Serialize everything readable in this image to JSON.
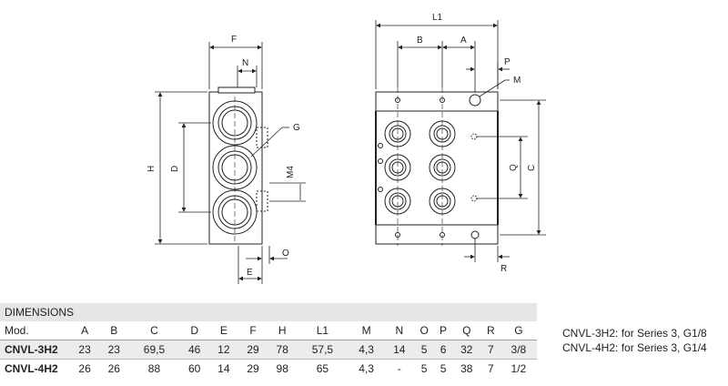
{
  "drawing": {
    "labels": {
      "F": "F",
      "N": "N",
      "G": "G",
      "H": "H",
      "D": "D",
      "M4": "M4",
      "O": "O",
      "E": "E",
      "L1": "L1",
      "B": "B",
      "A": "A",
      "P": "P",
      "M": "M",
      "Q": "Q",
      "C": "C",
      "R": "R"
    }
  },
  "table": {
    "title": "DIMENSIONS",
    "headers": [
      "Mod.",
      "A",
      "B",
      "C",
      "D",
      "E",
      "F",
      "H",
      "L1",
      "M",
      "N",
      "O",
      "P",
      "Q",
      "R",
      "G"
    ],
    "rows": [
      [
        "CNVL-3H2",
        "23",
        "23",
        "69,5",
        "46",
        "12",
        "29",
        "78",
        "57,5",
        "4,3",
        "14",
        "5",
        "6",
        "32",
        "7",
        "3/8"
      ],
      [
        "CNVL-4H2",
        "26",
        "26",
        "88",
        "60",
        "14",
        "29",
        "98",
        "65",
        "4,3",
        "-",
        "5",
        "5",
        "38",
        "7",
        "1/2"
      ]
    ]
  },
  "notes": [
    "CNVL-3H2: for Series 3, G1/8",
    "CNVL-4H2: for Series 3, G1/4"
  ]
}
